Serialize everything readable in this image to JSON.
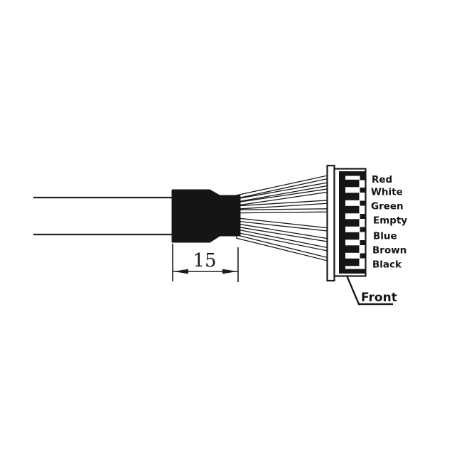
{
  "diagram": {
    "type": "cable-connector-wiring-diagram",
    "background_color": "#ffffff",
    "line_color": "#1b1b1b",
    "block_color": "#151515",
    "dimension": {
      "value": "15"
    },
    "front_callout": {
      "label": "Front"
    },
    "connector": {
      "pin_count": 7,
      "pins": [
        {
          "label": "Red"
        },
        {
          "label": "White"
        },
        {
          "label": "Green"
        },
        {
          "label": "Empty"
        },
        {
          "label": "Blue"
        },
        {
          "label": "Brown"
        },
        {
          "label": "Black"
        }
      ]
    }
  }
}
